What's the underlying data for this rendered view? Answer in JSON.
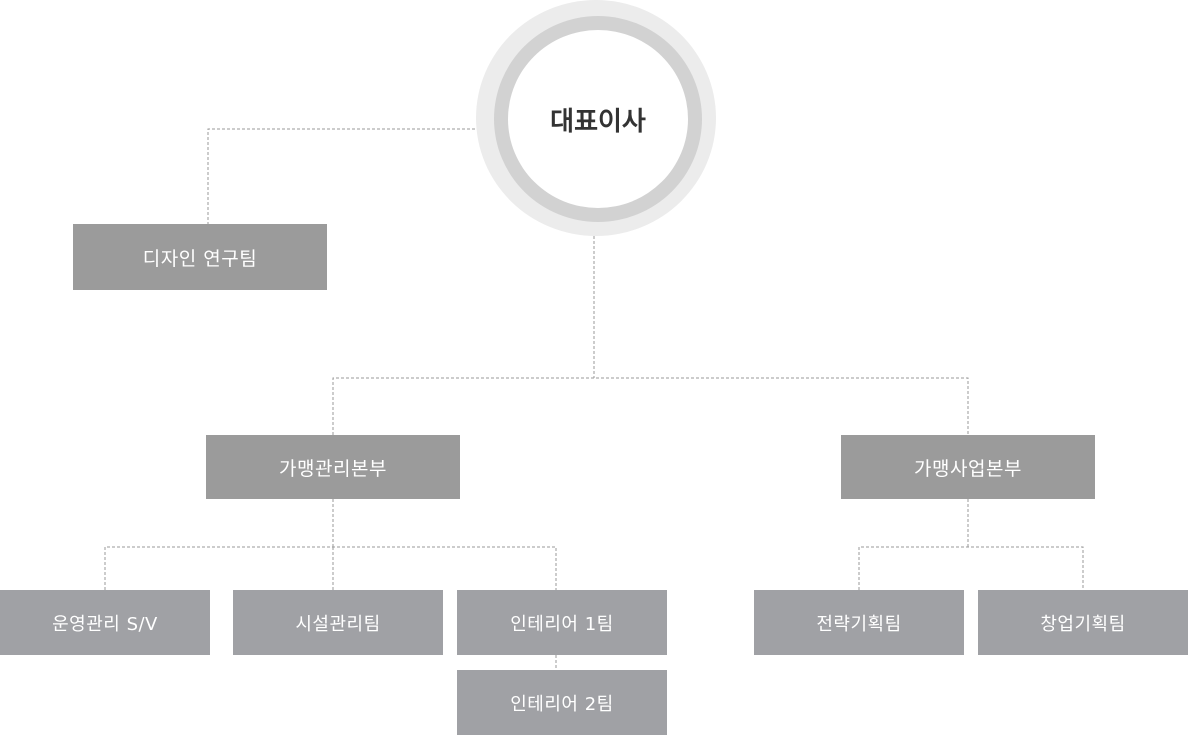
{
  "ceo": {
    "label": "대표이사"
  },
  "design_team": {
    "label": "디자인 연구팀"
  },
  "divisions": {
    "franchise_management": {
      "label": "가맹관리본부"
    },
    "franchise_business": {
      "label": "가맹사업본부"
    }
  },
  "teams": {
    "operations_sv": {
      "label": "운영관리 S/V"
    },
    "facility": {
      "label": "시설관리팀"
    },
    "interior_1": {
      "label": "인테리어 1팀"
    },
    "interior_2": {
      "label": "인테리어 2팀"
    },
    "strategy_planning": {
      "label": "전략기획팀"
    },
    "startup_planning": {
      "label": "창업기획팀"
    }
  },
  "colors": {
    "box": "#9b9b9b",
    "team_box": "#a0a1a5",
    "connector": "#9a9a9a",
    "ceo_ring": "#d2d2d2",
    "ceo_outer": "#ececec"
  }
}
